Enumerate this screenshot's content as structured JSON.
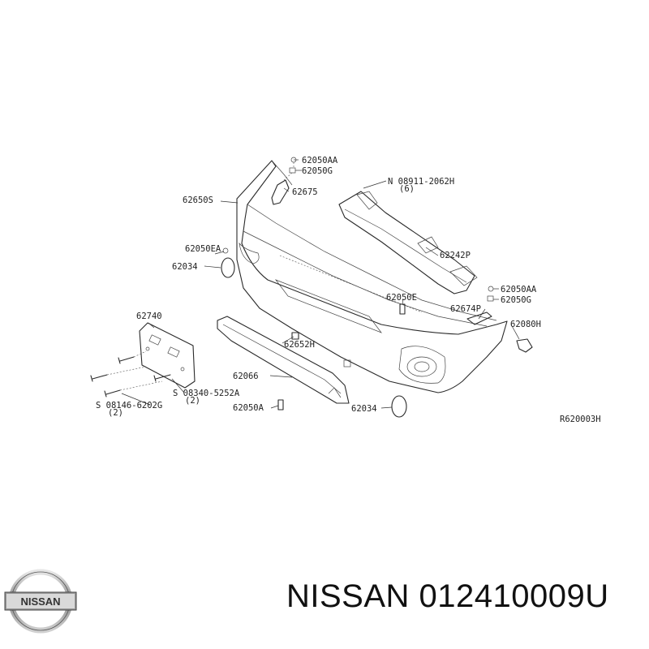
{
  "diagram": {
    "labels": {
      "l_62050AA_top": "62050AA",
      "l_62050G_top": "62050G",
      "l_62650S": "62650S",
      "l_62675": "62675",
      "l_08911": "N 08911-2062H",
      "l_08911_qty": "(6)",
      "l_62050EA": "62050EA",
      "l_62034_left": "62034",
      "l_62242P": "62242P",
      "l_62050E": "62050E",
      "l_62050AA_right": "62050AA",
      "l_62050G_right": "62050G",
      "l_62674P": "62674P",
      "l_62080H": "62080H",
      "l_62740": "62740",
      "l_62652H": "62652H",
      "l_62066": "62066",
      "l_08340": "S 08340-5252A",
      "l_08340_qty": "(2)",
      "l_08146": "S 08146-6202G",
      "l_08146_qty": "(2)",
      "l_62050A": "62050A",
      "l_62034_bottom": "62034",
      "l_ref": "R620003H"
    }
  },
  "brand": {
    "logo_text": "NISSAN",
    "part_caption": "NISSAN 012410009U"
  }
}
